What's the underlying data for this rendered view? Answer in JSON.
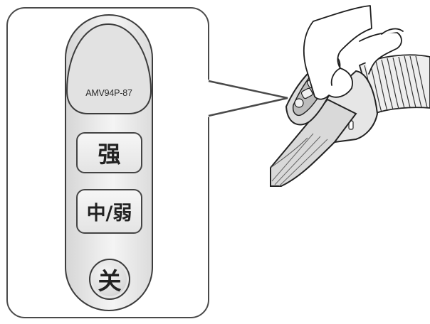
{
  "remote": {
    "model": "AMV94P-87",
    "buttons": {
      "strong": "强",
      "mid_weak": "中/弱",
      "off": "关"
    }
  },
  "illustration": {
    "subject": "hand-holding-vacuum-handle",
    "hose_icon": "vacuum-hose-icon"
  }
}
